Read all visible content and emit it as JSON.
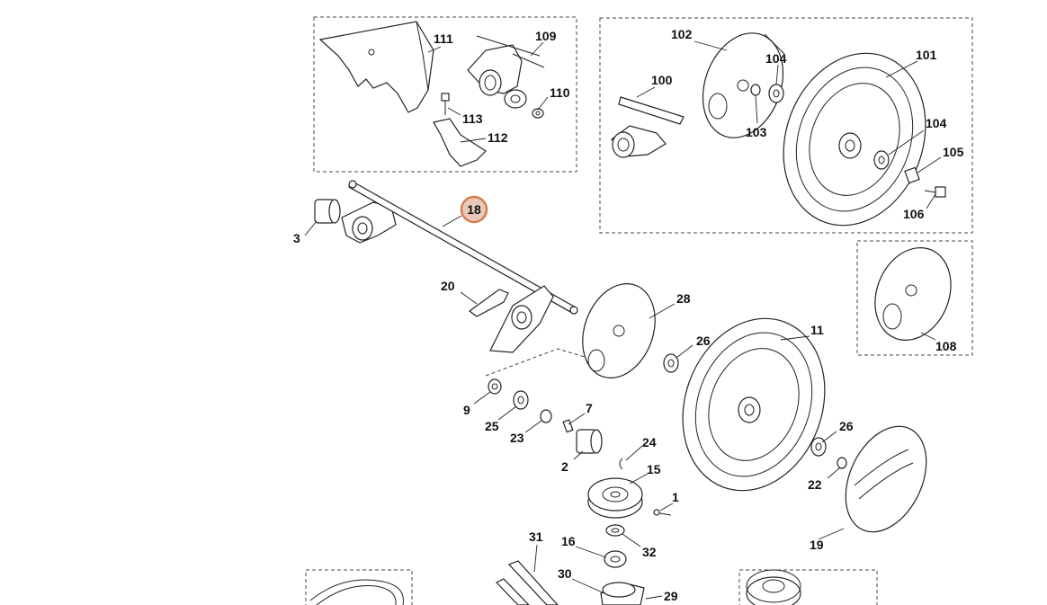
{
  "callouts": {
    "p1": "1",
    "p2": "2",
    "p3": "3",
    "p7": "7",
    "p9": "9",
    "p11": "11",
    "p15": "15",
    "p16": "16",
    "p18": "18",
    "p19": "19",
    "p20": "20",
    "p22": "22",
    "p23": "23",
    "p24": "24",
    "p25": "25",
    "p26a": "26",
    "p26b": "26",
    "p28": "28",
    "p29": "29",
    "p30": "30",
    "p31": "31",
    "p32": "32",
    "p100": "100",
    "p101": "101",
    "p102": "102",
    "p103": "103",
    "p104a": "104",
    "p104b": "104",
    "p105": "105",
    "p106": "106",
    "p108": "108",
    "p109": "109",
    "p110": "110",
    "p111": "111",
    "p112": "112",
    "p113": "113"
  },
  "highlighted_part": "18",
  "colors": {
    "highlight": "#d08050",
    "line": "#222222",
    "background": "#ffffff"
  }
}
